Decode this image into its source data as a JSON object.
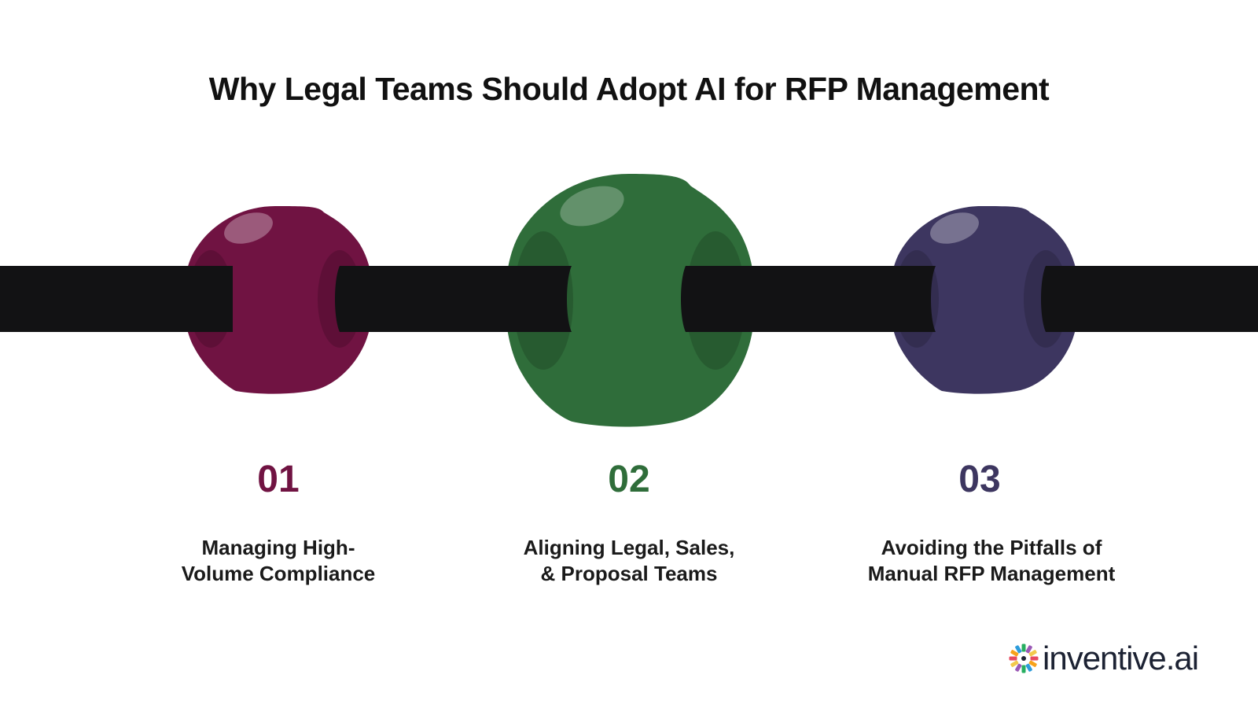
{
  "title": "Why Legal Teams Should Adopt AI for RFP Management",
  "steps": [
    {
      "number": "01",
      "line1": "Managing High-",
      "line2": "Volume Compliance",
      "color": "#701342"
    },
    {
      "number": "02",
      "line1": "Aligning Legal, Sales,",
      "line2": "& Proposal Teams",
      "color": "#2f6d3a"
    },
    {
      "number": "03",
      "line1": "Avoiding the Pitfalls of",
      "line2": "Manual RFP Management",
      "color": "#3d3660"
    }
  ],
  "bar_color": "#121214",
  "logo": {
    "text": "inventive.ai",
    "mark_icon": "pinwheel-icon",
    "mark_colors": [
      "#e84a5f",
      "#f7a21b",
      "#2d9cdb",
      "#27ae60",
      "#9b59b6",
      "#f2c94c"
    ]
  }
}
